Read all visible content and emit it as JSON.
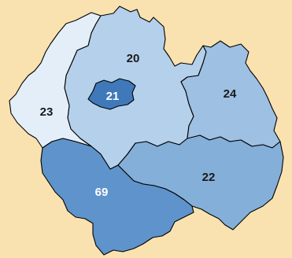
{
  "map": {
    "regions": [
      {
        "id": "20",
        "label": "20",
        "fill": "#b5d0ea",
        "label_color": "#1a1a1a"
      },
      {
        "id": "21",
        "label": "21",
        "fill": "#3f79b9",
        "label_color": "#ffffff"
      },
      {
        "id": "22",
        "label": "22",
        "fill": "#84afd9",
        "label_color": "#1a1a1a"
      },
      {
        "id": "23",
        "label": "23",
        "fill": "#e4eef9",
        "label_color": "#1a1a1a"
      },
      {
        "id": "24",
        "label": "24",
        "fill": "#9dc0e3",
        "label_color": "#1a1a1a"
      },
      {
        "id": "69",
        "label": "69",
        "fill": "#5f93cb",
        "label_color": "#ffffff"
      }
    ],
    "colors": {
      "background": "#f9e2b0",
      "border": "#000000"
    }
  }
}
